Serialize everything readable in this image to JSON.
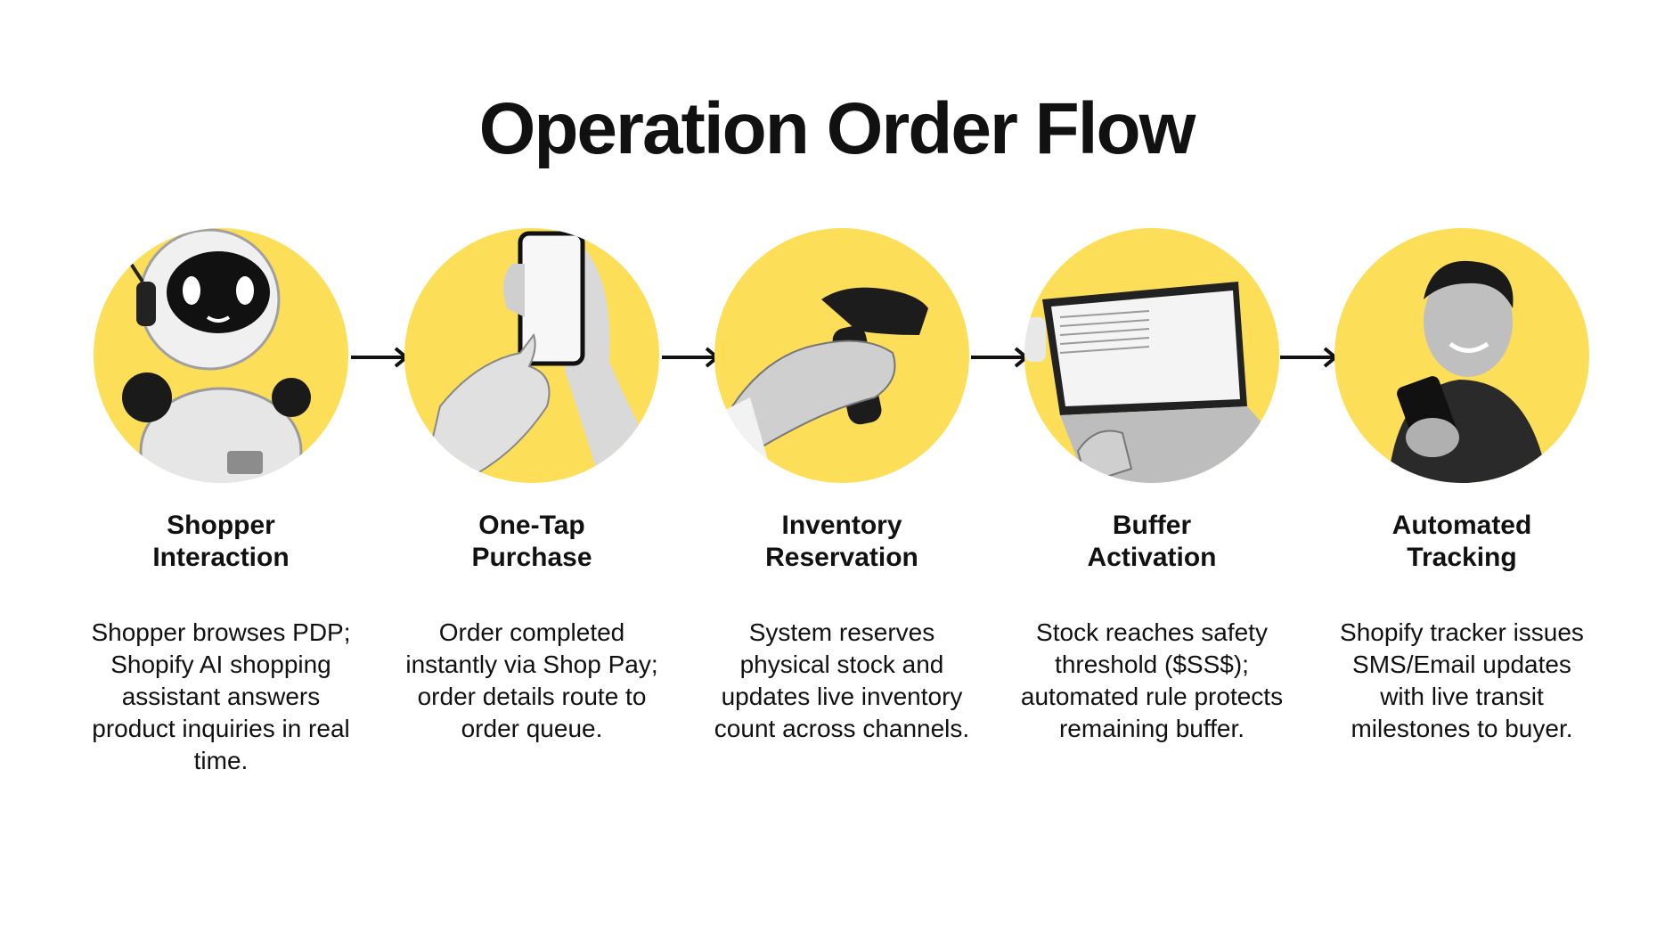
{
  "title": "Operation Order Flow",
  "colors": {
    "circle": "#fdde59",
    "text": "#111111",
    "background": "#ffffff"
  },
  "steps": [
    {
      "icon": "robot-icon",
      "title": "Shopper\nInteraction",
      "description": "Shopper browses PDP; Shopify AI shopping assistant answers product inquiries in real time."
    },
    {
      "icon": "smartphone-tap-icon",
      "title": "One-Tap\nPurchase",
      "description": "Order completed instantly via Shop Pay; order details route to order queue."
    },
    {
      "icon": "barcode-scanner-icon",
      "title": "Inventory\nReservation",
      "description": "System reserves physical stock and updates live inventory count across channels."
    },
    {
      "icon": "laptop-icon",
      "title": "Buffer\nActivation",
      "description": "Stock reaches safety threshold ($SS$); automated rule protects remaining buffer."
    },
    {
      "icon": "smiling-man-phone-icon",
      "title": "Automated\nTracking",
      "description": "Shopify tracker issues SMS/Email updates with live transit milestones to buyer."
    }
  ]
}
